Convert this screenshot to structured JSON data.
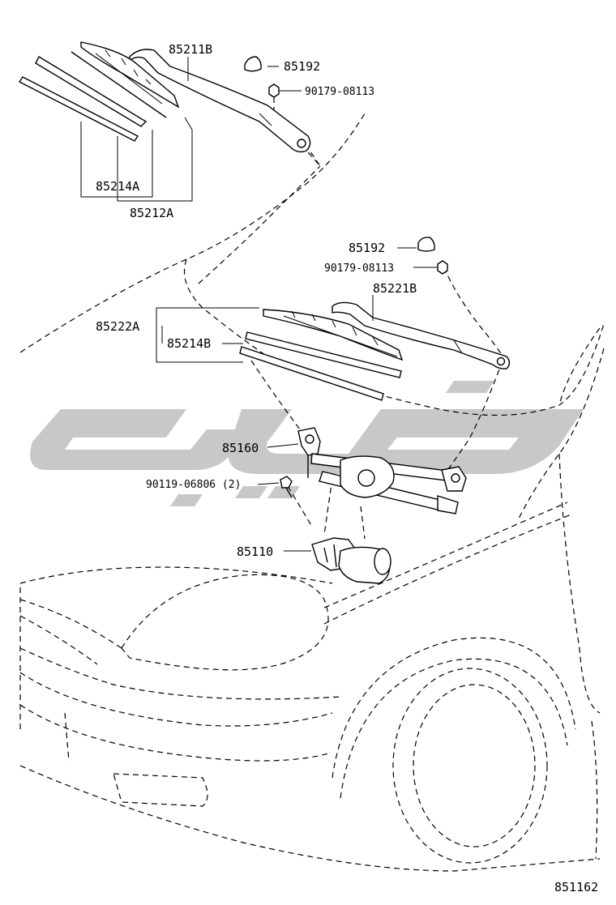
{
  "diagram": {
    "labels": {
      "p85211B": "85211B",
      "p85192_top": "85192",
      "p90179_top": "90179-08113",
      "p85214A": "85214A",
      "p85212A": "85212A",
      "p85192_mid": "85192",
      "p90179_mid": "90179-08113",
      "p85221B": "85221B",
      "p85222A": "85222A",
      "p85214B": "85214B",
      "p85160": "85160",
      "p90119": "90119-06806 (2)",
      "p85110": "85110"
    },
    "figure_number": "851162",
    "watermark_color": "#c8c8c8",
    "line_color": "#000000"
  }
}
